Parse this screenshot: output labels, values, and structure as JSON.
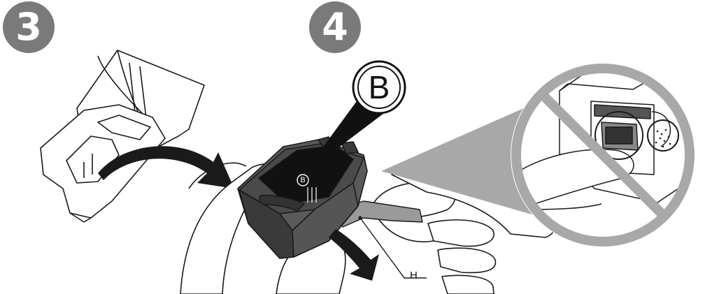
{
  "steps": [
    {
      "number": "3"
    },
    {
      "number": "4"
    }
  ],
  "callout": {
    "letter": "B"
  },
  "cartridge_marker": "B",
  "part_label": "H",
  "colors": {
    "badge": "#7a7a7a",
    "prohibition": "#a8a8a8",
    "line": "#1a1a1a",
    "cartridge_dark": "#4a4a4a",
    "label_black": "#111111"
  }
}
